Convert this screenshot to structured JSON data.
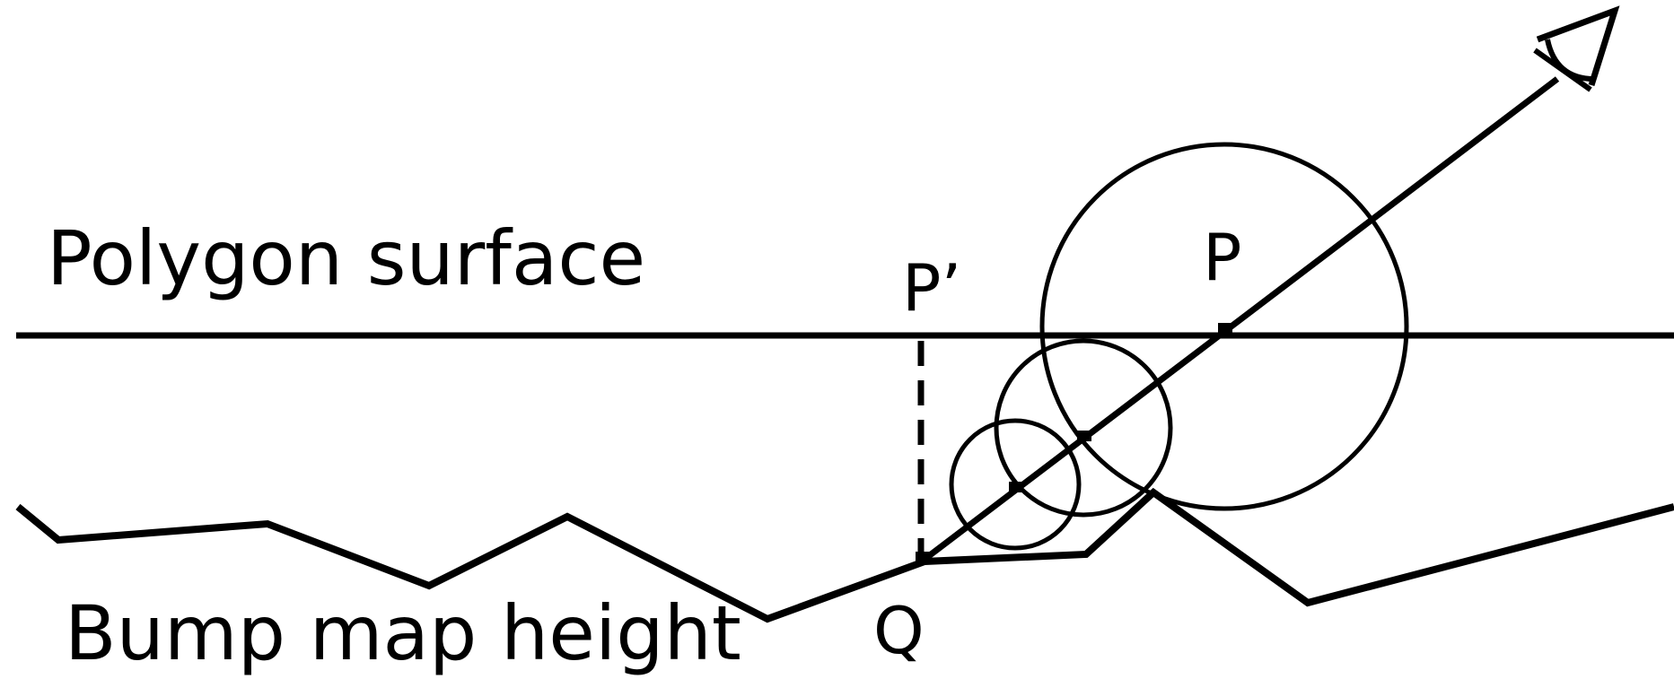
{
  "labels": {
    "polygon_surface": "Polygon surface",
    "bump_map_height": "Bump map height",
    "p_prime": "P’",
    "p": "P",
    "q": "Q"
  },
  "colors": {
    "stroke": "#000000",
    "background": "#ffffff"
  },
  "icons": {
    "eye": "eye-icon",
    "arrow": "arrow-head-icon"
  }
}
